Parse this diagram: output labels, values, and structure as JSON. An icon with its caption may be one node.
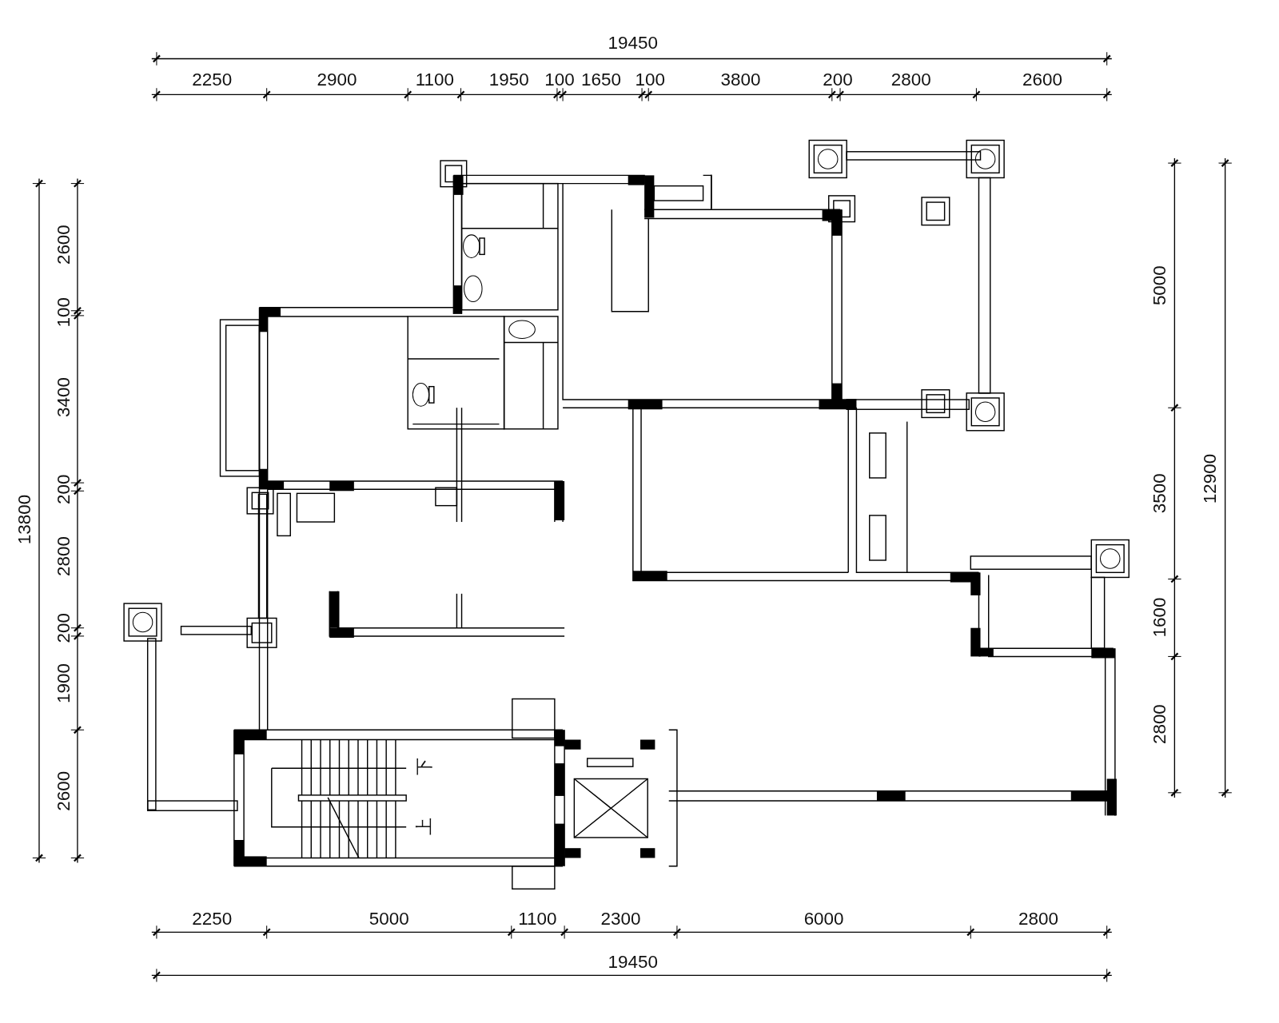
{
  "diagram": {
    "labels": [
      "19450",
      "2250",
      "2900",
      "1100",
      "1950",
      "100",
      "1650",
      "100",
      "3800",
      "200",
      "2800",
      "2600",
      "2600",
      "100",
      "3400",
      "200",
      "2800",
      "200",
      "1900",
      "2600",
      "13800",
      "5000",
      "3500",
      "1600",
      "2800",
      "12900",
      "下",
      "上",
      "2250",
      "5000",
      "1100",
      "2300",
      "6000",
      "2800",
      "19450"
    ]
  }
}
